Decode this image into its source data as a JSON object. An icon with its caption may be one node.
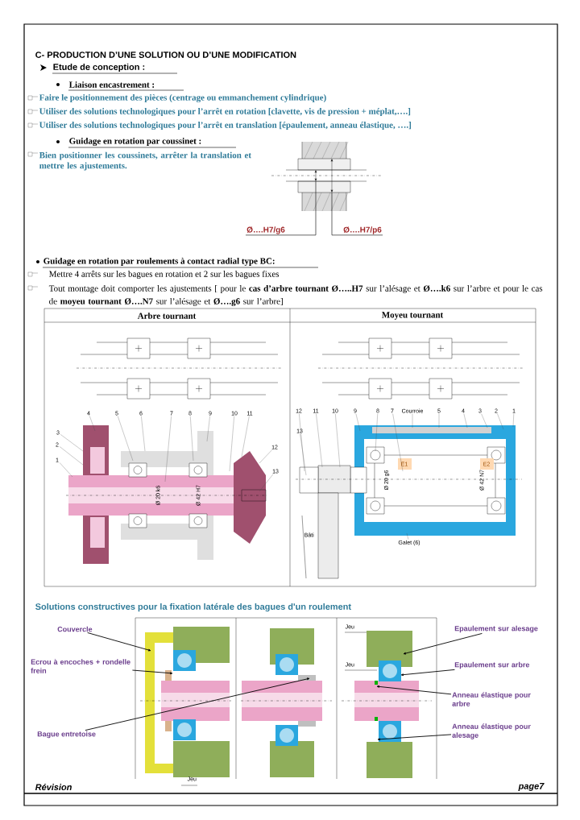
{
  "diagram": {
    "title": "C- PRODUCTION D’UNE SOLUTION OU D’UNE MODIFICATION",
    "nodes": [
      {
        "text": [],
        "shape": "picture"
      },
      {
        "text": [
          "Ø….H7/g6"
        ]
      },
      {
        "text": [
          "Ø….H7/p6"
        ]
      },
      {
        "text": [],
        "shape": "picture"
      },
      {
        "text": [
          "4"
        ]
      },
      {
        "text": [
          "5"
        ]
      },
      {
        "text": [
          "6"
        ]
      },
      {
        "text": [
          "7"
        ]
      },
      {
        "text": [
          "8"
        ]
      },
      {
        "text": [
          "9"
        ]
      },
      {
        "text": [
          "10"
        ]
      },
      {
        "text": [
          "11"
        ]
      },
      {
        "text": [
          "3"
        ]
      },
      {
        "text": [
          "2"
        ]
      },
      {
        "text": [
          "1"
        ]
      },
      {
        "text": [
          "12"
        ]
      },
      {
        "text": [
          "13"
        ]
      },
      {
        "text": [],
        "shape": "picture"
      },
      {
        "text": [
          "12"
        ]
      },
      {
        "text": [
          "11"
        ]
      },
      {
        "text": [
          "10"
        ]
      },
      {
        "text": [
          "9"
        ]
      },
      {
        "text": [
          "8"
        ]
      },
      {
        "text": [
          "7"
        ]
      },
      {
        "text": [
          "Courroie"
        ]
      },
      {
        "text": [
          "5"
        ]
      },
      {
        "text": [
          "4"
        ]
      },
      {
        "text": [
          "3"
        ]
      },
      {
        "text": [
          "2"
        ]
      },
      {
        "text": [
          "1"
        ]
      },
      {
        "text": [
          "13"
        ]
      },
      {
        "text": [
          "Galet (6)"
        ]
      },
      {
        "text": [],
        "shape": "picture"
      },
      {
        "text": [],
        "shape": "picture"
      },
      {
        "text": [],
        "shape": "picture"
      },
      {
        "text": [
          "Couvercle"
        ]
      },
      {
        "text": [
          "Ecrou à encoches + rondelle frein"
        ]
      },
      {
        "text": [
          "Bague entretoise"
        ]
      },
      {
        "text": [
          "Epaulement sur alesage"
        ]
      },
      {
        "text": [
          "Epaulement sur arbre"
        ]
      },
      {
        "text": [
          "Anneau élastique pour arbre"
        ]
      },
      {
        "text": [
          "Anneau élastique pour alesage"
        ]
      }
    ],
    "edges": [
      {
        "from": 1,
        "to": 0,
        "arrow": "none"
      },
      {
        "from": 2,
        "to": 0,
        "arrow": "none"
      },
      {
        "from": 4,
        "to": 3,
        "arrow": "none"
      },
      {
        "from": 5,
        "to": 3,
        "arrow": "none"
      },
      {
        "from": 6,
        "to": 3,
        "arrow": "none"
      },
      {
        "from": 7,
        "to": 3,
        "arrow": "none"
      },
      {
        "from": 8,
        "to": 3,
        "arrow": "none"
      },
      {
        "from": 9,
        "to": 3,
        "arrow": "none"
      },
      {
        "from": 10,
        "to": 3,
        "arrow": "none"
      },
      {
        "from": 11,
        "to": 3,
        "arrow": "none"
      },
      {
        "from": 12,
        "to": 3,
        "arrow": "none"
      },
      {
        "from": 13,
        "to": 3,
        "arrow": "none"
      },
      {
        "from": 14,
        "to": 3,
        "arrow": "none"
      },
      {
        "from": 15,
        "to": 3,
        "arrow": "none"
      },
      {
        "from": 16,
        "to": 3,
        "arrow": "none"
      },
      {
        "from": 18,
        "to": 17,
        "arrow": "none"
      },
      {
        "from": 19,
        "to": 17,
        "arrow": "none"
      },
      {
        "from": 20,
        "to": 17,
        "arrow": "none"
      },
      {
        "from": 21,
        "to": 17,
        "arrow": "none"
      },
      {
        "from": 22,
        "to": 17,
        "arrow": "none"
      },
      {
        "from": 23,
        "to": 17,
        "arrow": "none"
      },
      {
        "from": 24,
        "to": 17,
        "arrow": "none"
      },
      {
        "from": 25,
        "to": 17,
        "arrow": "none"
      },
      {
        "from": 26,
        "to": 17,
        "arrow": "none"
      },
      {
        "from": 27,
        "to": 17,
        "arrow": "none"
      },
      {
        "from": 28,
        "to": 17,
        "arrow": "none"
      },
      {
        "from": 29,
        "to": 17,
        "arrow": "none"
      },
      {
        "from": 30,
        "to": 17,
        "arrow": "none"
      },
      {
        "from": 31,
        "to": 17,
        "arrow": "none"
      },
      {
        "from": 35,
        "to": 32,
        "arrow": "to"
      },
      {
        "from": 36,
        "to": 32,
        "arrow": "to"
      },
      {
        "from": 37,
        "to": 33,
        "arrow": "to"
      },
      {
        "from": 38,
        "to": 34,
        "arrow": "to"
      },
      {
        "from": 39,
        "to": 34,
        "arrow": "to"
      },
      {
        "from": 40,
        "to": 34,
        "arrow": "to"
      },
      {
        "from": 41,
        "to": 34,
        "arrow": "to"
      }
    ],
    "labels": [
      "Etude de conception :",
      "Liaison encastrement :",
      "Faire le positionnement des pièces (centrage ou emmanchement cylindrique)",
      "Utiliser des solutions technologiques pour l’arrêt en rotation [clavette, vis de pression + méplat,….]",
      "Utiliser des solutions technologiques pour l’arrêt en translation [épaulement, anneau élastique, ….]",
      "Guidage en rotation par coussinet :",
      "Bien positionner les coussinets, arrêter la translation et mettre les ajustements.",
      "Guidage en rotation par roulements à contact radial type BC:",
      "Mettre 4 arrêts sur les bagues en rotation et 2 sur les bagues fixes",
      "Tout montage doit comporter les ajustements [ pour le **cas d’arbre tournant Ø…..H7** sur l’alésage et **Ø….k6** sur l’arbre et pour le cas de **moyeu tournant Ø….N7** sur l’alésage et **Ø….g6** sur l’arbre]",
      "Arbre tournant",
      "Moyeu tournant",
      "Ø 20 k6",
      "Ø 42 H7",
      "E1",
      "E2",
      "Ø 20 g6",
      "Ø 42 N7",
      "Bâti",
      "Solutions constructives pour la fixation latérale des bagues d'un roulement",
      "Jeu",
      "Jeu",
      "Jeu",
      "Révision",
      "page7"
    ]
  }
}
